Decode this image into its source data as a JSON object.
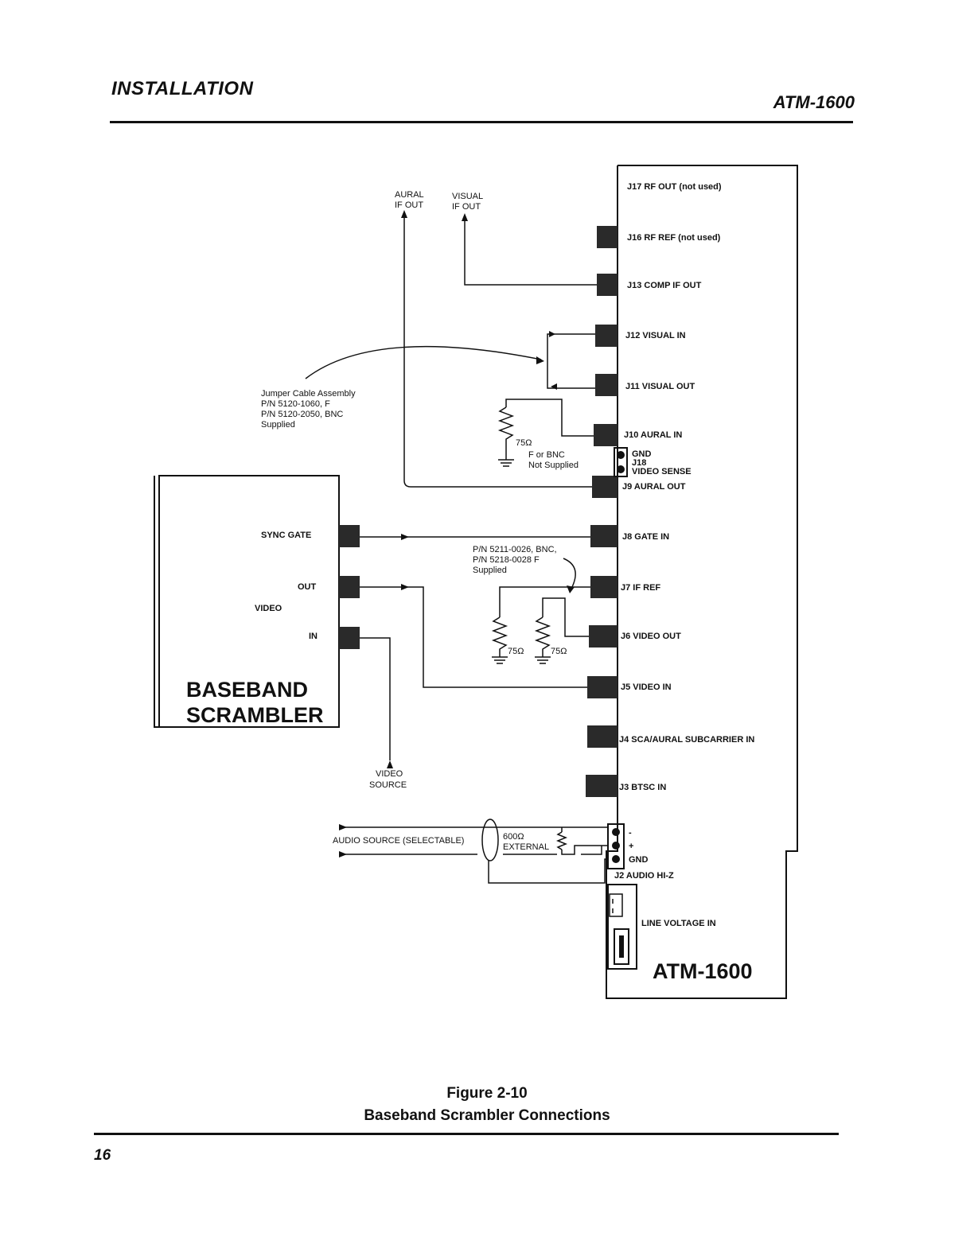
{
  "header": {
    "section": "INSTALLATION",
    "product": "ATM-1600"
  },
  "figure": {
    "number": "Figure 2-10",
    "title": "Baseband Scrambler Connections"
  },
  "page_number": "16",
  "diagram": {
    "atm_unit": {
      "name": "ATM-1600",
      "connectors": [
        "J17  RF OUT (not used)",
        "J16  RF REF (not used)",
        "J13  COMP IF OUT",
        "J12  VISUAL IN",
        "J11  VISUAL OUT",
        "J10  AURAL IN",
        "J9   AURAL OUT",
        "J8   GATE IN",
        "J7   IF REF",
        "J6   VIDEO OUT",
        "J5   VIDEO IN",
        "J4   SCA/AURAL SUBCARRIER IN",
        "J3   BTSC IN"
      ],
      "j18": {
        "gnd": "GND",
        "id": "J18",
        "sense": "VIDEO SENSE"
      },
      "j2": {
        "minus": "-",
        "plus": "+",
        "gnd": "GND",
        "label": "J2    AUDIO HI-Z"
      },
      "line_voltage": "LINE VOLTAGE IN"
    },
    "scrambler": {
      "name_line1": "BASEBAND",
      "name_line2": "SCRAMBLER",
      "sync_gate": "SYNC GATE",
      "out": "OUT",
      "video": "VIDEO",
      "in": "IN"
    },
    "labels": {
      "aural_if_out_1": "AURAL",
      "aural_if_out_2": "IF OUT",
      "visual_if_out_1": "VISUAL",
      "visual_if_out_2": "IF OUT",
      "jumper_1": "Jumper Cable Assembly",
      "jumper_2": "P/N 5120-1060, F",
      "jumper_3": "P/N 5120-2050, BNC",
      "jumper_4": "Supplied",
      "term_1": "F or BNC",
      "term_2": "Not Supplied",
      "pn_1": "P/N 5211-0026, BNC,",
      "pn_2": "P/N 5218-0028 F",
      "pn_3": "Supplied",
      "ohm_75": "75Ω",
      "video_source_1": "VIDEO",
      "video_source_2": "SOURCE",
      "audio_source": "AUDIO SOURCE (SELECTABLE)",
      "ohm_600": "600Ω",
      "external": "EXTERNAL"
    }
  }
}
